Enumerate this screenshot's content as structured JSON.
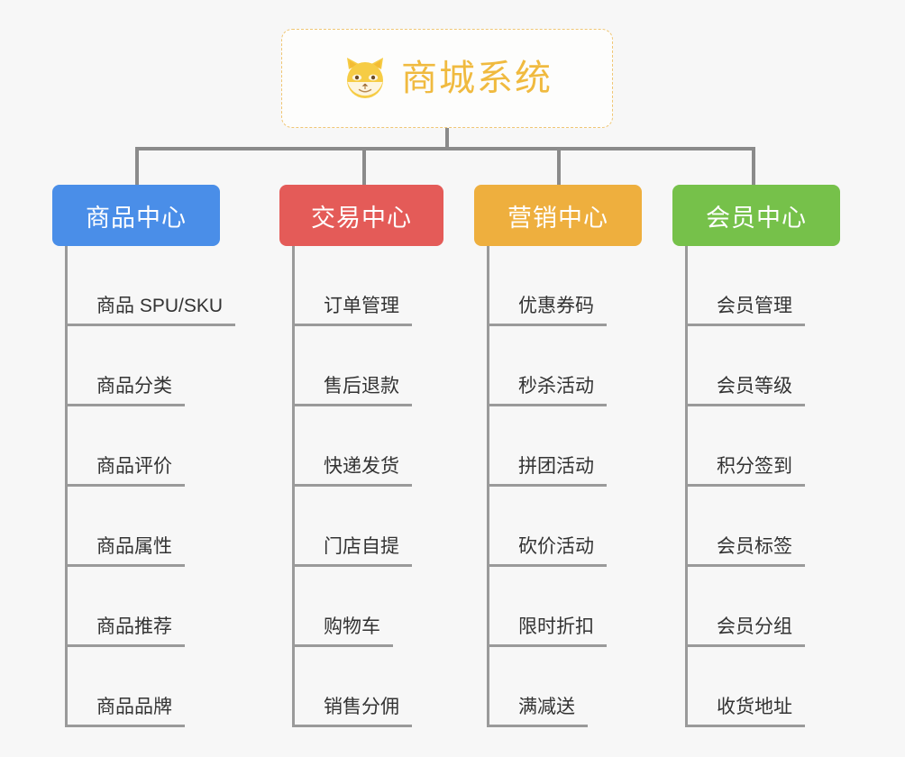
{
  "root": {
    "title": "商城系统",
    "icon": "shiba-dog-icon",
    "accent_color": "#f0ba3f",
    "border_color": "#f0c674",
    "background": "#fdfdfc"
  },
  "canvas": {
    "background": "#f7f7f7",
    "connector_color": "#8b8b8b",
    "leaf_line_color": "#9a9a9a",
    "leaf_text_color": "#333333"
  },
  "branches": [
    {
      "label": "商品中心",
      "color": "#4a8ee8",
      "items": [
        "商品 SPU/SKU",
        "商品分类",
        "商品评价",
        "商品属性",
        "商品推荐",
        "商品品牌"
      ]
    },
    {
      "label": "交易中心",
      "color": "#e45b58",
      "items": [
        "订单管理",
        "售后退款",
        "快递发货",
        "门店自提",
        "购物车",
        "销售分佣"
      ]
    },
    {
      "label": "营销中心",
      "color": "#eeaf3e",
      "items": [
        "优惠券码",
        "秒杀活动",
        "拼团活动",
        "砍价活动",
        "限时折扣",
        "满减送"
      ]
    },
    {
      "label": "会员中心",
      "color": "#76c14a",
      "items": [
        "会员管理",
        "会员等级",
        "积分签到",
        "会员标签",
        "会员分组",
        "收货地址"
      ]
    }
  ]
}
